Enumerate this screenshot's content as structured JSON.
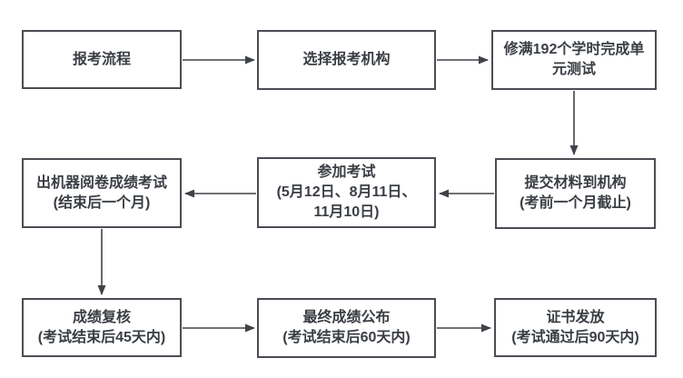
{
  "diagram": {
    "title": "报考流程",
    "background": "#ffffff",
    "node_border_color": "#494d53",
    "node_fill_color": "#ffffff",
    "text_color": "#3a3e44",
    "arrow_color": "#3f4348",
    "nodes": {
      "start": {
        "lines": [
          "报考流程"
        ]
      },
      "choose_org": {
        "lines": [
          "选择报考机构"
        ]
      },
      "complete_hours": {
        "lines": [
          "修满192个学时完成单",
          "元测试"
        ]
      },
      "machine_scoring": {
        "lines": [
          "出机器阅卷成绩考试",
          "(结束后一个月)"
        ]
      },
      "take_exam": {
        "lines": [
          "参加考试",
          "(5月12日、8月11日、",
          "11月10日)"
        ]
      },
      "submit_materials": {
        "lines": [
          "提交材料到机构",
          "(考前一个月截止)"
        ]
      },
      "score_review": {
        "lines": [
          "成绩复核",
          "(考试结束后45天内)"
        ]
      },
      "final_results": {
        "lines": [
          "最终成绩公布",
          "(考试结束后60天内)"
        ]
      },
      "certificate": {
        "lines": [
          "证书发放",
          "(考试通过后90天内)"
        ]
      }
    },
    "edges": [
      {
        "from": "start",
        "to": "choose_org",
        "direction": "right"
      },
      {
        "from": "choose_org",
        "to": "complete_hours",
        "direction": "right"
      },
      {
        "from": "complete_hours",
        "to": "submit_materials",
        "direction": "down"
      },
      {
        "from": "submit_materials",
        "to": "take_exam",
        "direction": "left"
      },
      {
        "from": "take_exam",
        "to": "machine_scoring",
        "direction": "left"
      },
      {
        "from": "machine_scoring",
        "to": "score_review",
        "direction": "down"
      },
      {
        "from": "score_review",
        "to": "final_results",
        "direction": "right"
      },
      {
        "from": "final_results",
        "to": "certificate",
        "direction": "right"
      }
    ]
  }
}
